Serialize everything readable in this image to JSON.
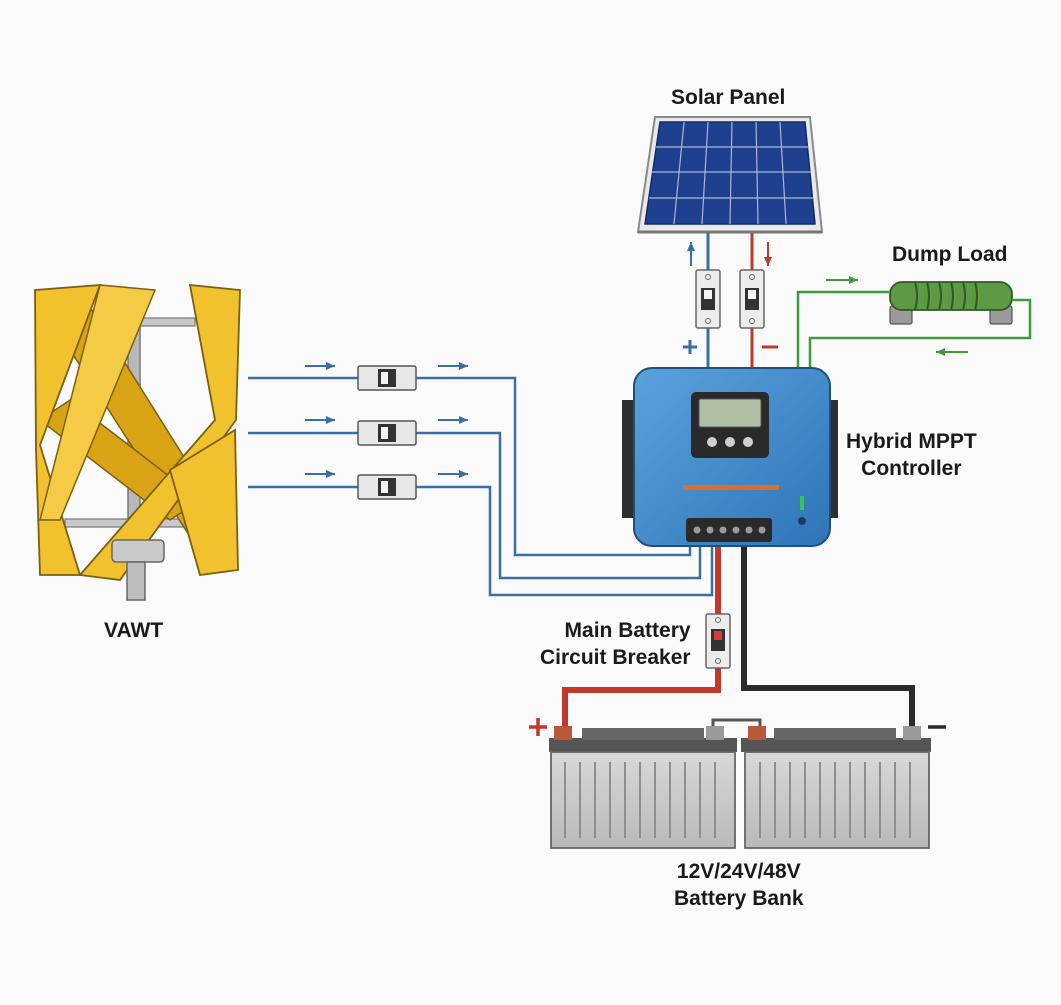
{
  "labels": {
    "solar_panel": "Solar Panel",
    "dump_load": "Dump Load",
    "vawt": "VAWT",
    "controller_line1": "Hybrid MPPT",
    "controller_line2": "Controller",
    "breaker_line1": "Main Battery",
    "breaker_line2": "Circuit Breaker",
    "battery_line1": "12V/24V/48V",
    "battery_line2": "Battery Bank"
  },
  "colors": {
    "background": "#fafafa",
    "turbine_blade": "#f2c12e",
    "solar_cell": "#1f3f8f",
    "controller_body": "#3b86c8",
    "wire_positive": "#c0392b",
    "wire_negative": "#2b2b2b",
    "wire_ac": "#3a6ea5",
    "wire_dump": "#3d9a3d",
    "resistor": "#4e8a3a",
    "battery": "#c8c8c8"
  }
}
